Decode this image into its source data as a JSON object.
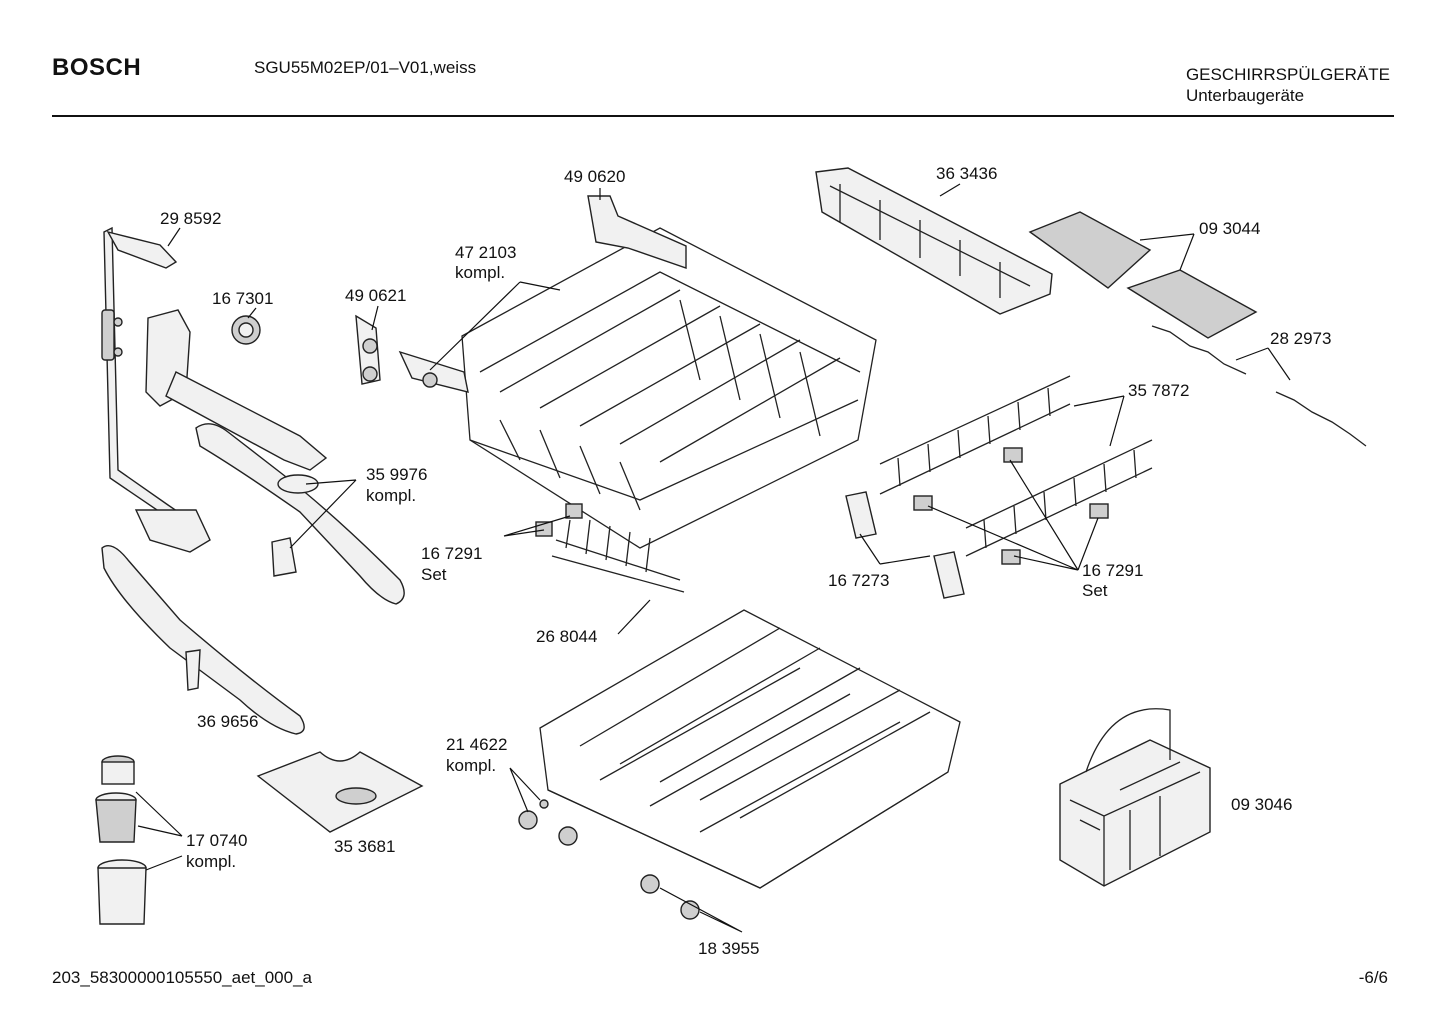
{
  "header": {
    "brand": "BOSCH",
    "model": "SGU55M02EP/01–V01,weiss",
    "category_line1": "GESCHIRRSPÜLGERÄTE",
    "category_line2": "Unterbaugeräte"
  },
  "footer": {
    "doc_id": "203_58300000105550_aet_000_a",
    "page": "-6/6"
  },
  "labels": {
    "p298592": "29 8592",
    "p167301": "16 7301",
    "p490621": "49 0621",
    "p490620": "49 0620",
    "p472103_a": "47 2103",
    "p472103_b": "kompl.",
    "p363436": "36 3436",
    "p093044": "09 3044",
    "p282973": "28 2973",
    "p357872": "35 7872",
    "p359976_a": "35 9976",
    "p359976_b": "kompl.",
    "p167291_left_a": "16 7291",
    "p167291_left_b": "Set",
    "p268044": "26 8044",
    "p167273": "16 7273",
    "p167291_right_a": "16 7291",
    "p167291_right_b": "Set",
    "p369656": "36 9656",
    "p214622_a": "21 4622",
    "p214622_b": "kompl.",
    "p093046": "09 3046",
    "p170740_a": "17 0740",
    "p170740_b": "kompl.",
    "p353681": "35 3681",
    "p183955": "18 3955"
  }
}
